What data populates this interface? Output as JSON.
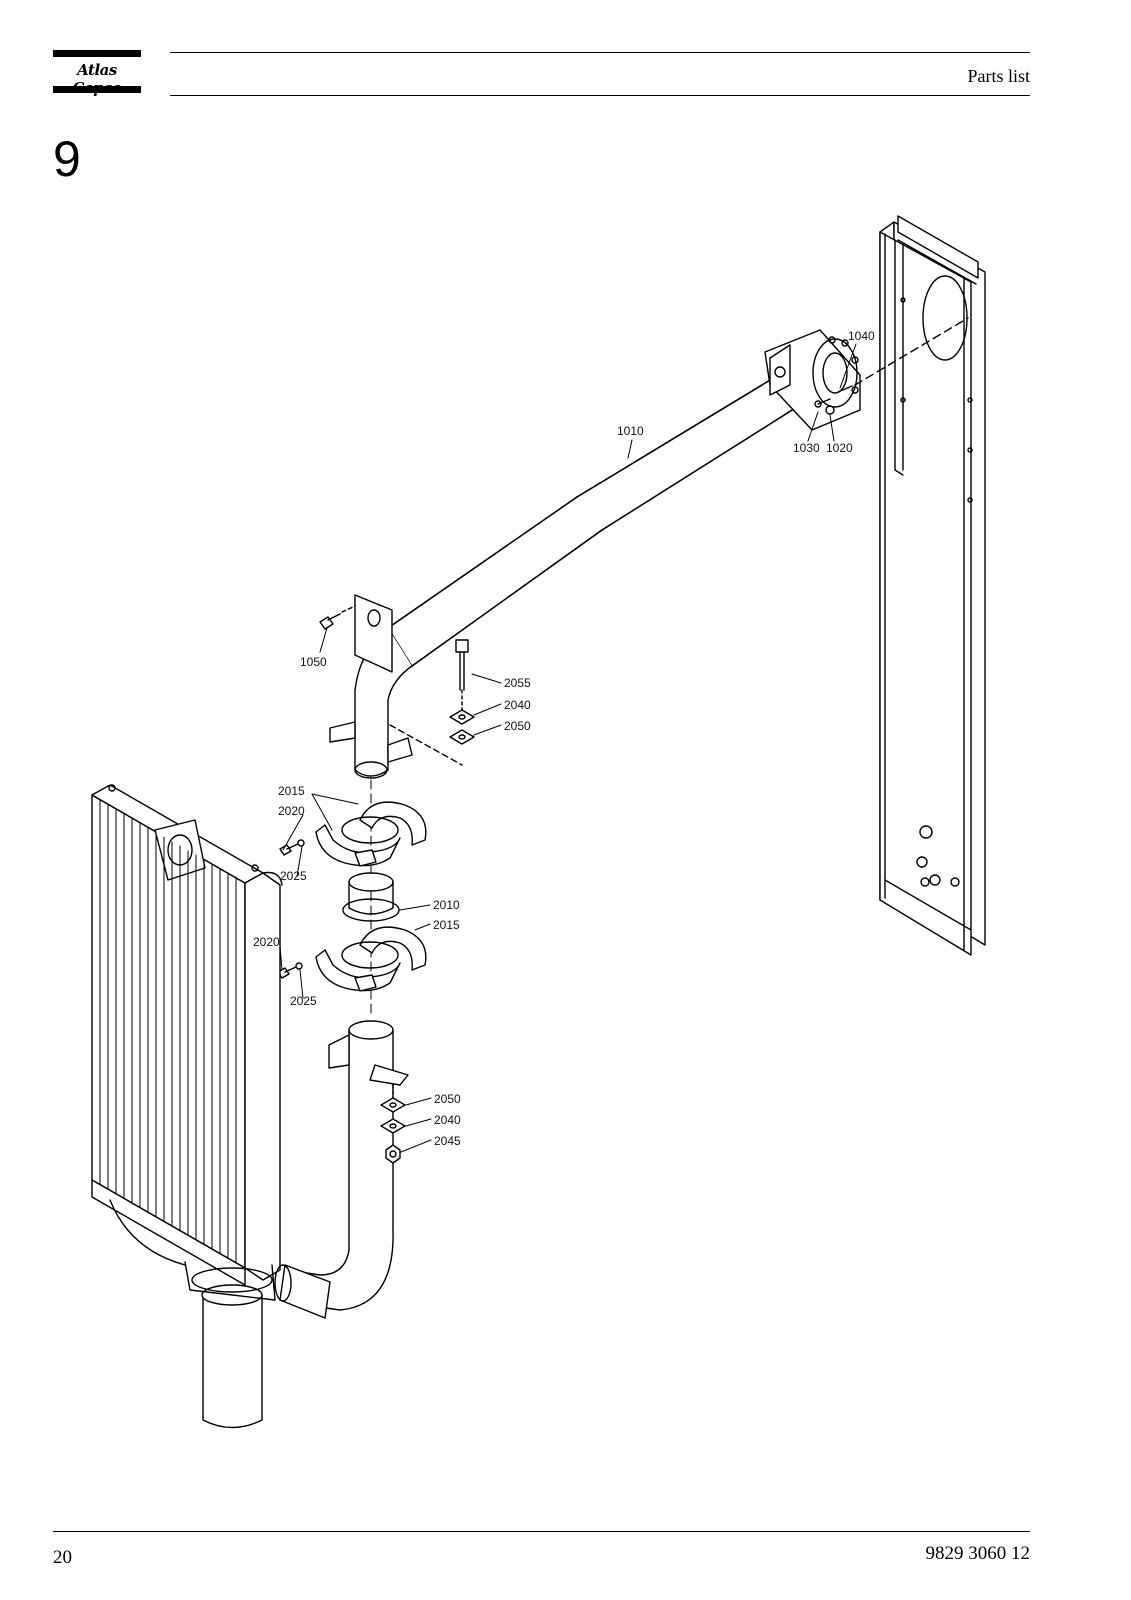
{
  "header": {
    "brand": "Atlas Copco",
    "section_title": "Parts list"
  },
  "section": {
    "number": "9"
  },
  "callouts": {
    "c1010": "1010",
    "c1020": "1020",
    "c1030": "1030",
    "c1040": "1040",
    "c1050": "1050",
    "c2055": "2055",
    "c2040a": "2040",
    "c2050a": "2050",
    "c2015a": "2015",
    "c2020a": "2020",
    "c2025a": "2025",
    "c2010": "2010",
    "c2015b": "2015",
    "c2020b": "2020",
    "c2025b": "2025",
    "c2050b": "2050",
    "c2040b": "2040",
    "c2045": "2045"
  },
  "footer": {
    "page_number": "20",
    "document_number": "9829 3060 12"
  }
}
